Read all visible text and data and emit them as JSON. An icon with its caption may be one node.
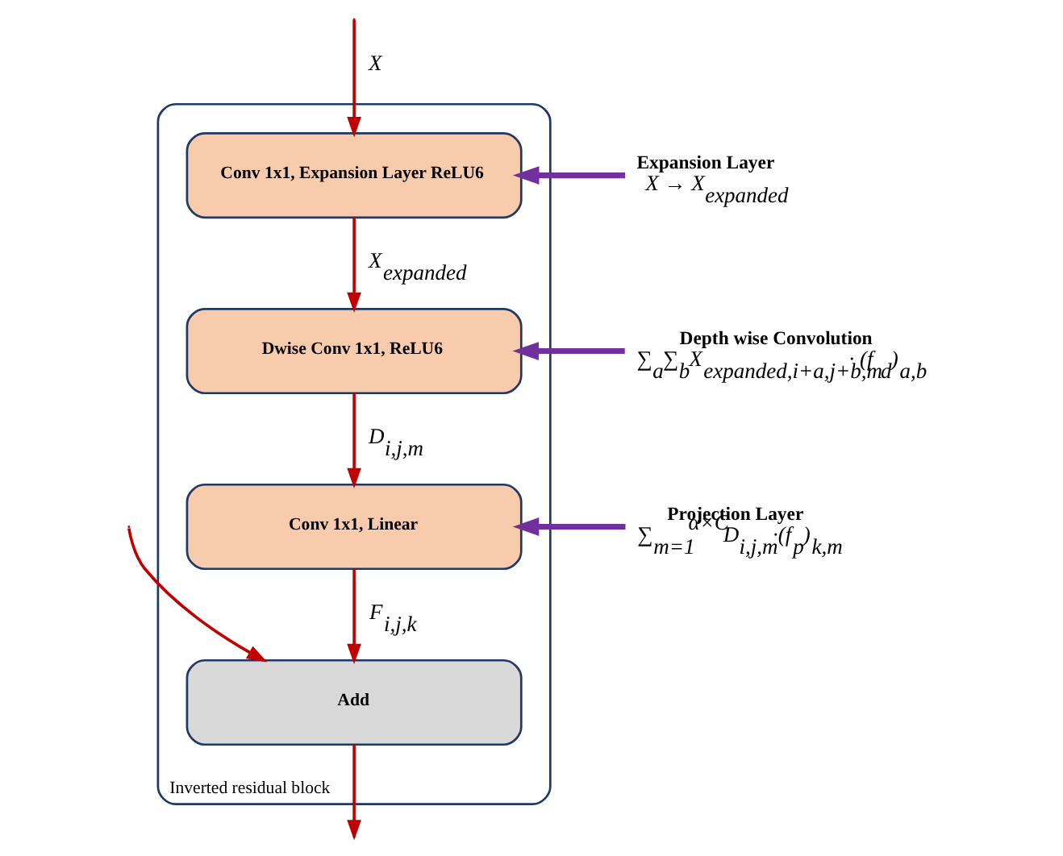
{
  "diagram": {
    "nodes": [
      {
        "text": [
          "Inverted residual block"
        ]
      },
      {
        "text": [
          "Conv 1x1, Expansion Layer ReLU6"
        ],
        "in": 0
      },
      {
        "text": [
          "Dwise Conv 1x1, ReLU6"
        ],
        "in": 0
      },
      {
        "text": [
          "Conv 1x1, Linear"
        ],
        "in": 0
      },
      {
        "text": [
          "Add"
        ],
        "in": 0
      },
      {
        "text": [
          "Expansion Layer",
          "X → X$_{expanded}$"
        ]
      },
      {
        "text": [
          "Depth wise Convolution",
          "∑$_{a}$∑$_{b}$X$_{expanded,i+a,j+b,m}$ · (f$_{d}$)$_{a,b}$"
        ]
      },
      {
        "text": [
          "Projection Layer",
          "∑$_{m=1}$$^{α×C}$D$_{i,j,m}$·(f$_{p}$)$_{k,m}$"
        ]
      }
    ],
    "edges": [
      {
        "from": null,
        "to": 1,
        "arrow": "to",
        "label": "X"
      },
      {
        "from": null,
        "to": 4,
        "arrow": "to"
      },
      {
        "from": 1,
        "to": 2,
        "arrow": "to",
        "label": "X$_{expanded}$"
      },
      {
        "from": 2,
        "to": 3,
        "arrow": "to",
        "label": "D$_{i,j,m}$"
      },
      {
        "from": 3,
        "to": 4,
        "arrow": "to",
        "label": "F$_{i,j,k}$"
      },
      {
        "from": 4,
        "to": null,
        "arrow": "to"
      },
      {
        "from": 5,
        "to": 1,
        "arrow": "to",
        "style": "thick",
        "color": "#7030a0"
      },
      {
        "from": 6,
        "to": 2,
        "arrow": "to",
        "style": "thick",
        "color": "#7030a0"
      },
      {
        "from": 7,
        "to": 3,
        "arrow": "to",
        "style": "thick",
        "color": "#7030a0"
      }
    ]
  }
}
